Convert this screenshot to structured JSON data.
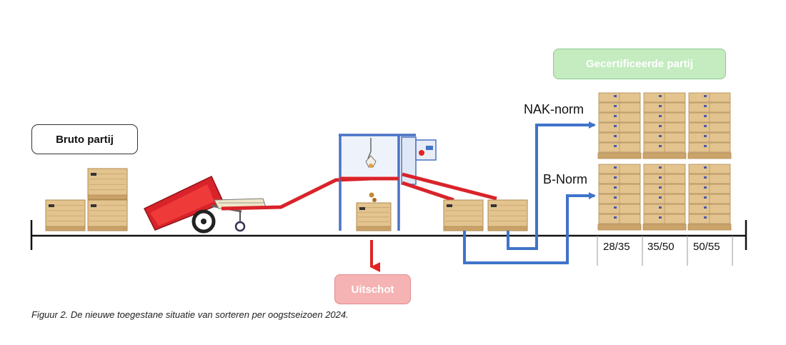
{
  "labels": {
    "bruto": "Bruto partij",
    "certified": "Gecertificeerde partij",
    "nak": "NAK-norm",
    "bnorm": "B-Norm",
    "reject": "Uitschot"
  },
  "sizes": [
    "28/35",
    "35/50",
    "50/55"
  ],
  "caption": "Figuur 2. De nieuwe toegestane situatie van sorteren per oogstseizoen 2024.",
  "colors": {
    "crate": "#e3c48f",
    "crate_line": "#b08a52",
    "conveyor": "#d9232a",
    "frame": "#4a72c4",
    "arrow_blue": "#3f74c9",
    "arrow_red": "#e02424",
    "cert_fill": "#c4ecc0",
    "reject_fill": "#f6b3b3"
  }
}
